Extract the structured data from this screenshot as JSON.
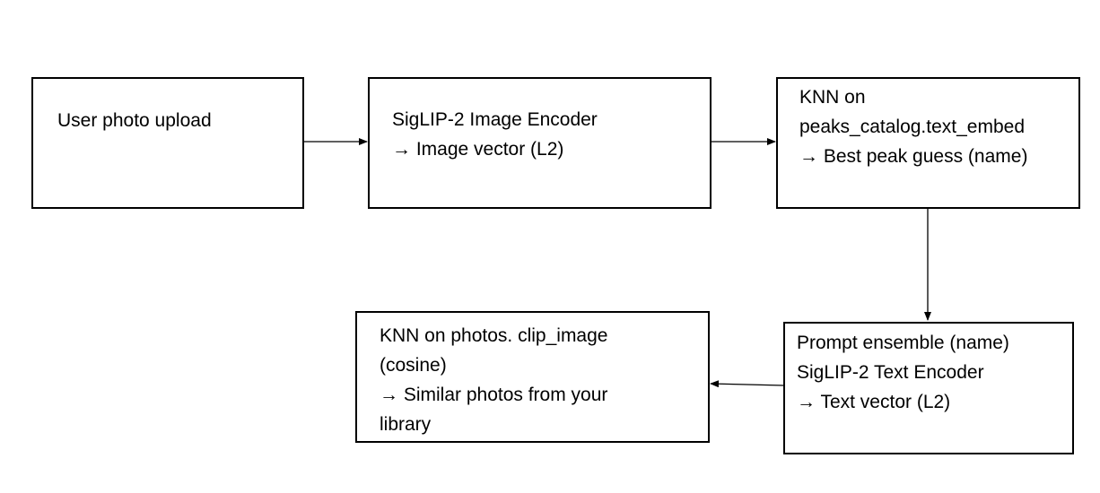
{
  "nodes": {
    "upload": {
      "lines": [
        "User photo upload"
      ]
    },
    "image_encoder": {
      "lines": [
        "SigLIP-2 Image Encoder",
        "→ Image vector (L2)"
      ]
    },
    "knn_peaks": {
      "lines": [
        "KNN on",
        "peaks_catalog.text_embed",
        "→ Best peak guess (name)"
      ]
    },
    "text_encoder": {
      "lines": [
        "Prompt ensemble (name)",
        "SigLIP-2 Text Encoder",
        "→ Text vector (L2)"
      ]
    },
    "knn_photos": {
      "lines": [
        "KNN on photos. clip_image",
        "(cosine)",
        "→ Similar photos from your",
        "library"
      ]
    }
  },
  "edges": [
    {
      "from": "upload",
      "to": "image_encoder"
    },
    {
      "from": "image_encoder",
      "to": "knn_peaks"
    },
    {
      "from": "knn_peaks",
      "to": "text_encoder"
    },
    {
      "from": "text_encoder",
      "to": "knn_photos"
    }
  ],
  "colors": {
    "stroke": "#000000",
    "background": "#ffffff"
  }
}
